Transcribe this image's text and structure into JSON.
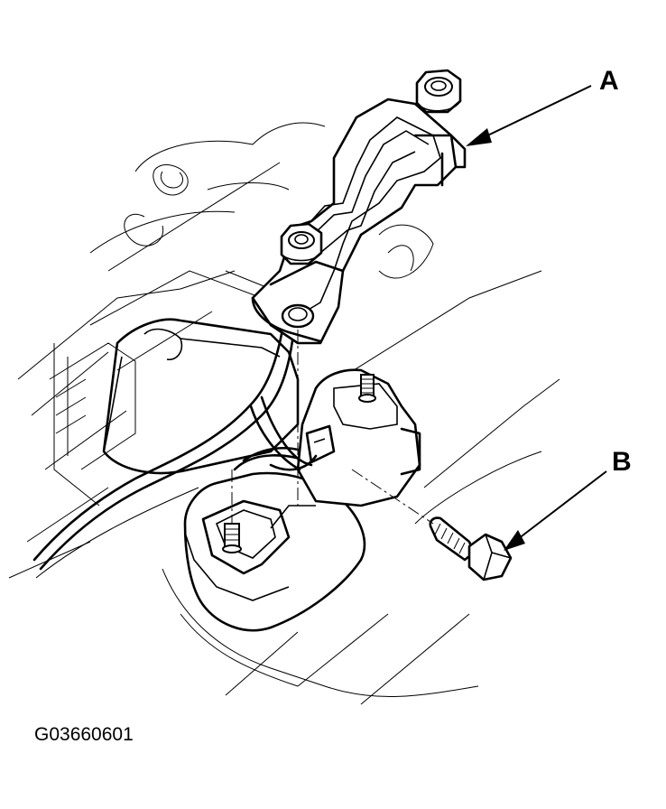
{
  "figure": {
    "callouts": {
      "a": "A",
      "b": "B"
    },
    "figure_id": "G03660601"
  },
  "colors": {
    "ink": "#000000",
    "paper": "#ffffff"
  }
}
